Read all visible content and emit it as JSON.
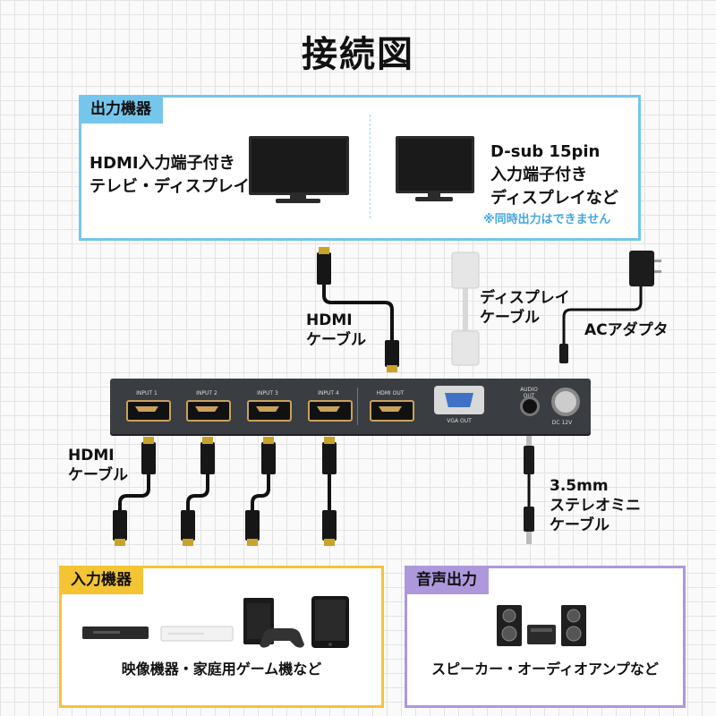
{
  "title": "接続図",
  "output_section": {
    "header": "出力機器",
    "hdmi_tv_line1": "HDMI入力端子付き",
    "hdmi_tv_line2": "テレビ・ディスプレイ",
    "dsub_line1": "D-sub 15pin",
    "dsub_line2": "入力端子付き",
    "dsub_line3": "ディスプレイなど",
    "note": "※同時出力はできません"
  },
  "cables": {
    "hdmi_out_line1": "HDMI",
    "hdmi_out_line2": "ケーブル",
    "display_line1": "ディスプレイ",
    "display_line2": "ケーブル",
    "ac_adapter": "ACアダプタ",
    "hdmi_in_line1": "HDMI",
    "hdmi_in_line2": "ケーブル",
    "audio_line1": "3.5mm",
    "audio_line2": "ステレオミニ",
    "audio_line3": "ケーブル"
  },
  "device": {
    "ports": [
      "INPUT 1",
      "INPUT 2",
      "INPUT 3",
      "INPUT 4",
      "HDMI OUT"
    ],
    "vga_out": "VGA OUT",
    "audio_out_line1": "AUDIO",
    "audio_out_line2": "OUT",
    "dc": "DC 12V"
  },
  "input_section": {
    "header": "入力機器",
    "caption": "映像機器・家庭用ゲーム機など"
  },
  "audio_section": {
    "header": "音声出力",
    "caption": "スピーカー・オーディオアンプなど"
  },
  "colors": {
    "output_accent": "#74c6ec",
    "input_accent": "#f4c434",
    "audio_accent": "#ad98dc",
    "note_text": "#45a7e0"
  }
}
